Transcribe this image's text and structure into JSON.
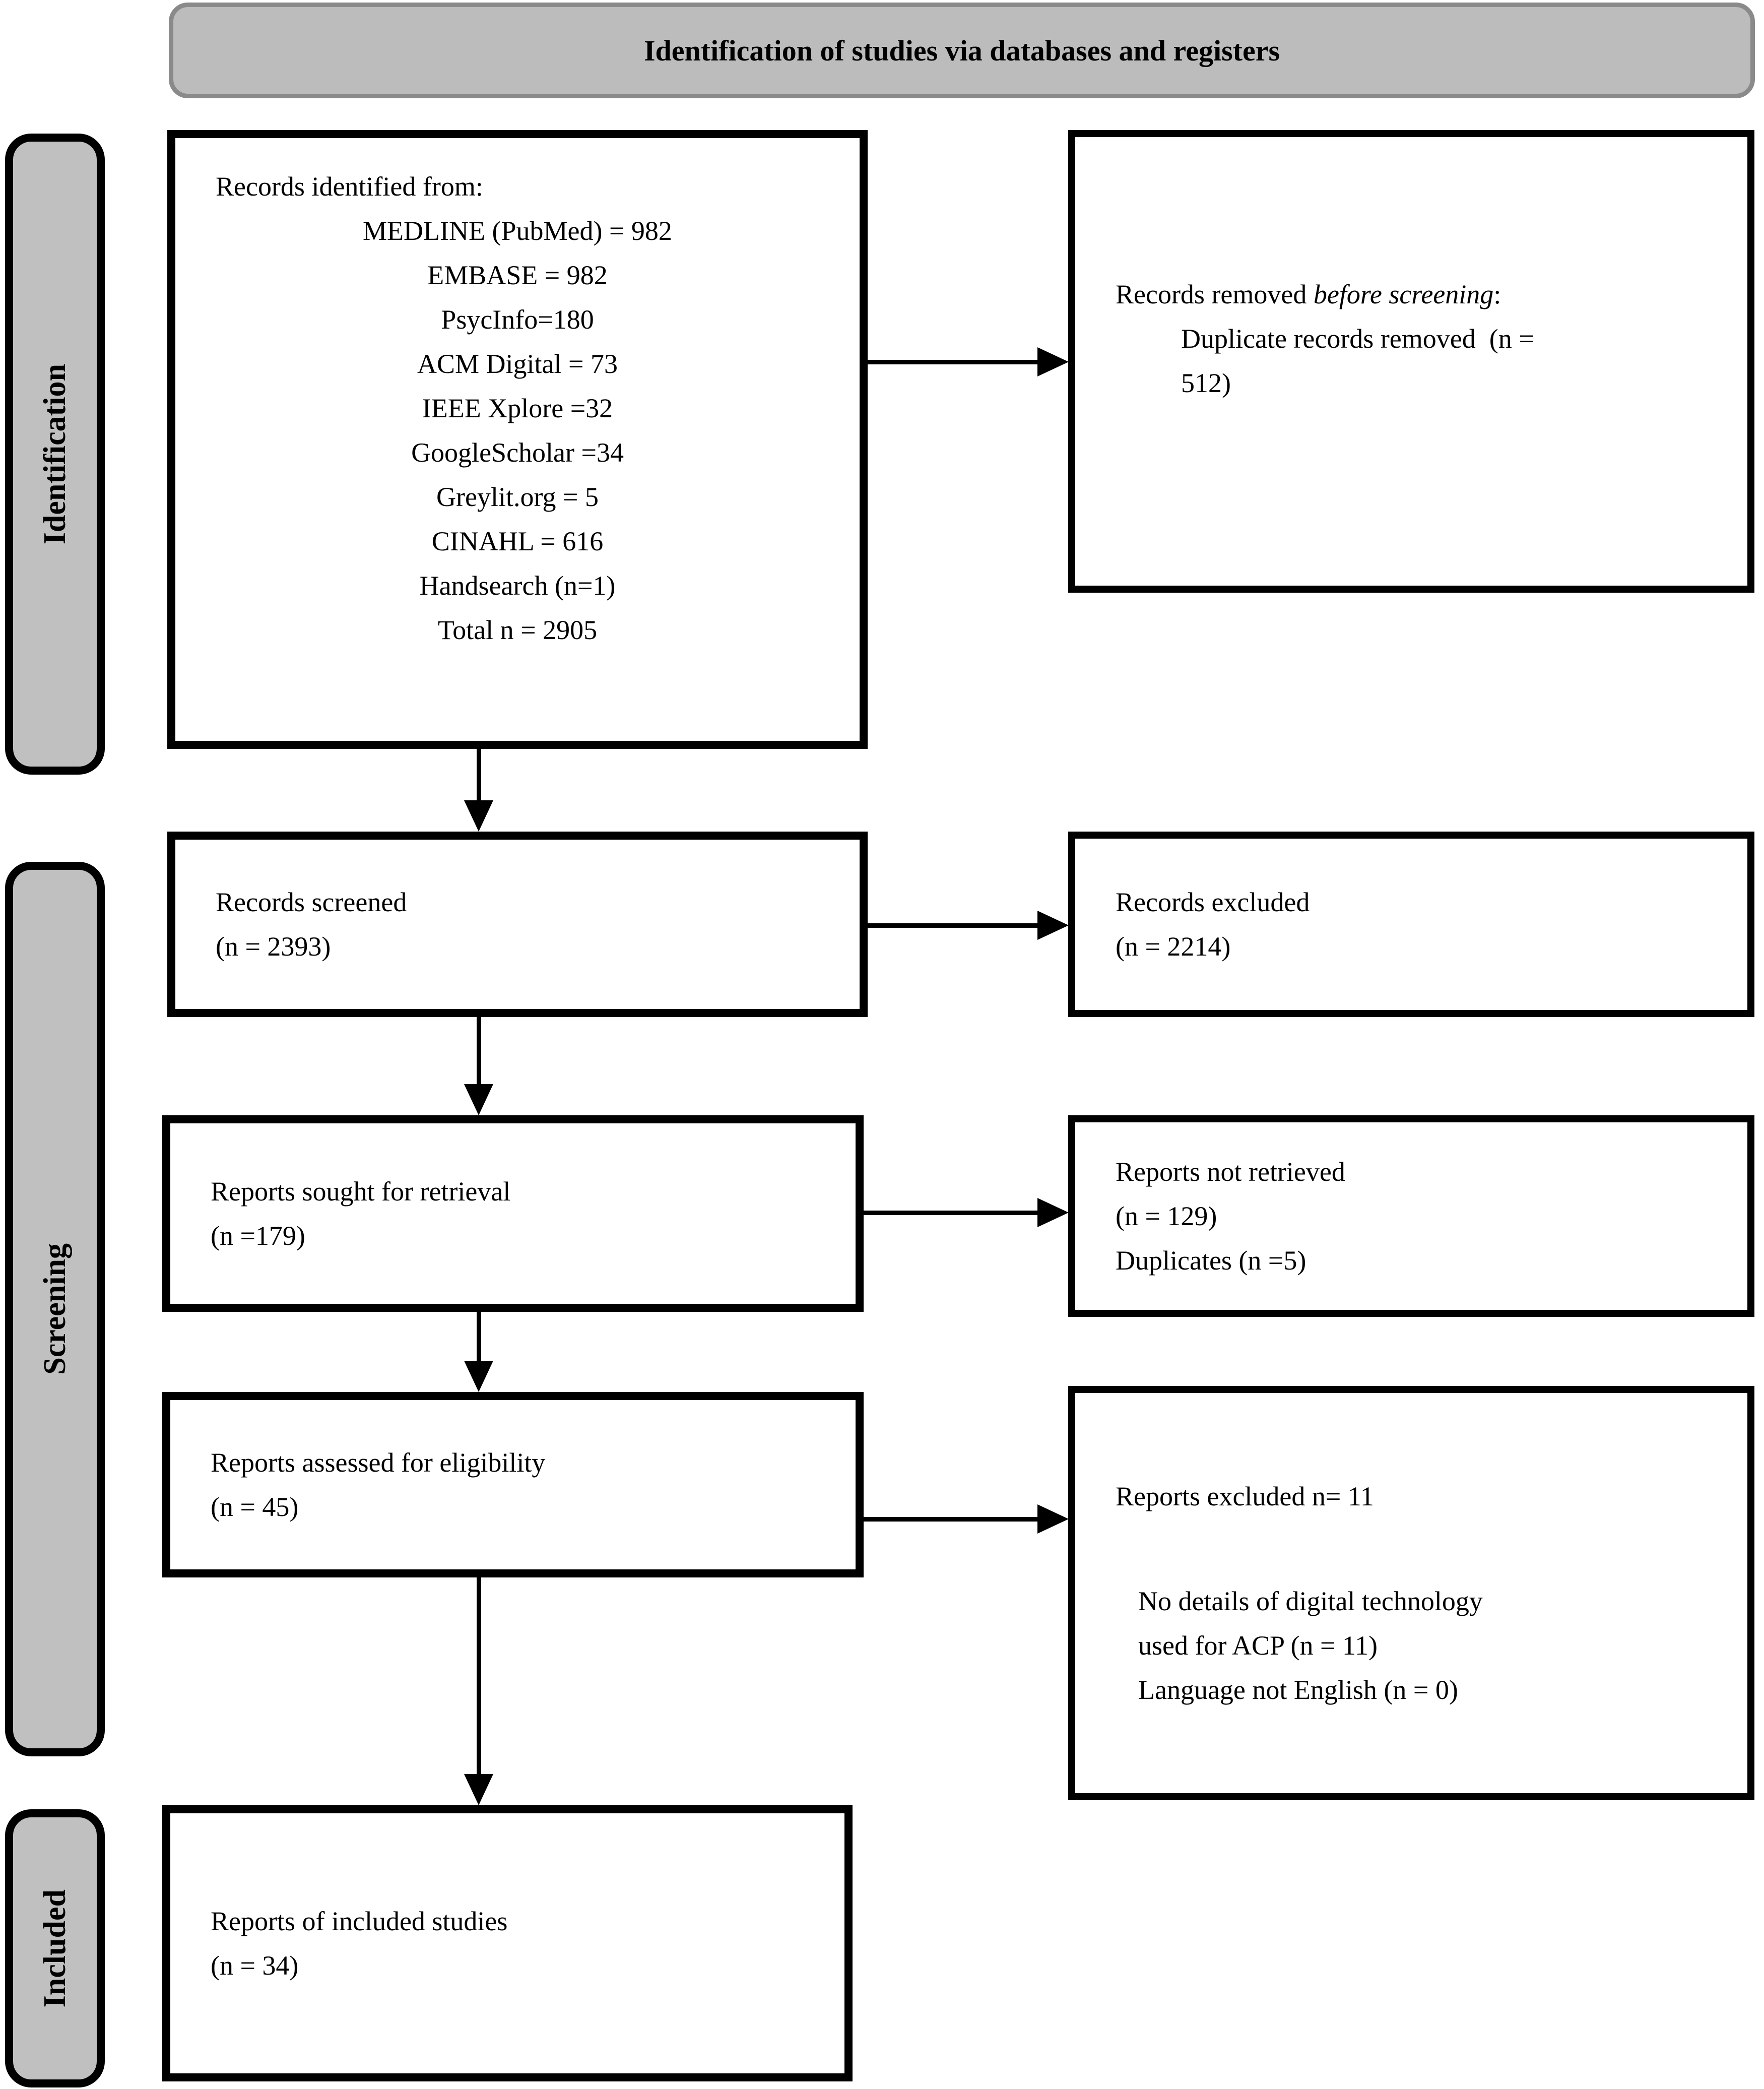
{
  "title": "Identification of studies via databases and registers",
  "stages": {
    "identification": "Identification",
    "screening": "Screening",
    "included": "Included"
  },
  "boxes": {
    "records_identified": {
      "intro": "Records identified from:",
      "lines": [
        "MEDLINE (PubMed) = 982",
        "EMBASE = 982",
        "PsycInfo=180",
        "ACM Digital = 73",
        "IEEE Xplore =32",
        "GoogleScholar =34",
        "Greylit.org = 5",
        "CINAHL = 616",
        "Handsearch (n=1)",
        "Total n = 2905"
      ]
    },
    "records_removed": {
      "prefix": "Records removed ",
      "italic": "before screening",
      "suffix": ":",
      "lines": [
        "Duplicate records removed  (n =",
        "512)"
      ]
    },
    "records_screened": {
      "lines": [
        "Records screened",
        "(n = 2393)"
      ]
    },
    "records_excluded": {
      "lines": [
        "Records excluded",
        "(n = 2214)"
      ]
    },
    "reports_sought": {
      "lines": [
        "Reports sought for retrieval",
        "(n =179)"
      ]
    },
    "reports_not_retrieved": {
      "lines": [
        "Reports not retrieved",
        "(n = 129)",
        "Duplicates (n =5)"
      ]
    },
    "reports_assessed": {
      "lines": [
        "Reports assessed for eligibility",
        "(n = 45)"
      ]
    },
    "reports_excluded": {
      "headline": "Reports excluded n= 11",
      "details": [
        "No details of digital technology",
        "used for ACP (n = 11)",
        "Language not English (n = 0)"
      ]
    },
    "included_reports": {
      "lines": [
        "Reports of included studies",
        "(n = 34)"
      ]
    }
  },
  "colors": {
    "banner_fill": "#bcbcbc",
    "banner_border": "#8a8a8a",
    "stage_fill": "#c0c0c0",
    "box_border": "#000000",
    "background": "#ffffff"
  }
}
